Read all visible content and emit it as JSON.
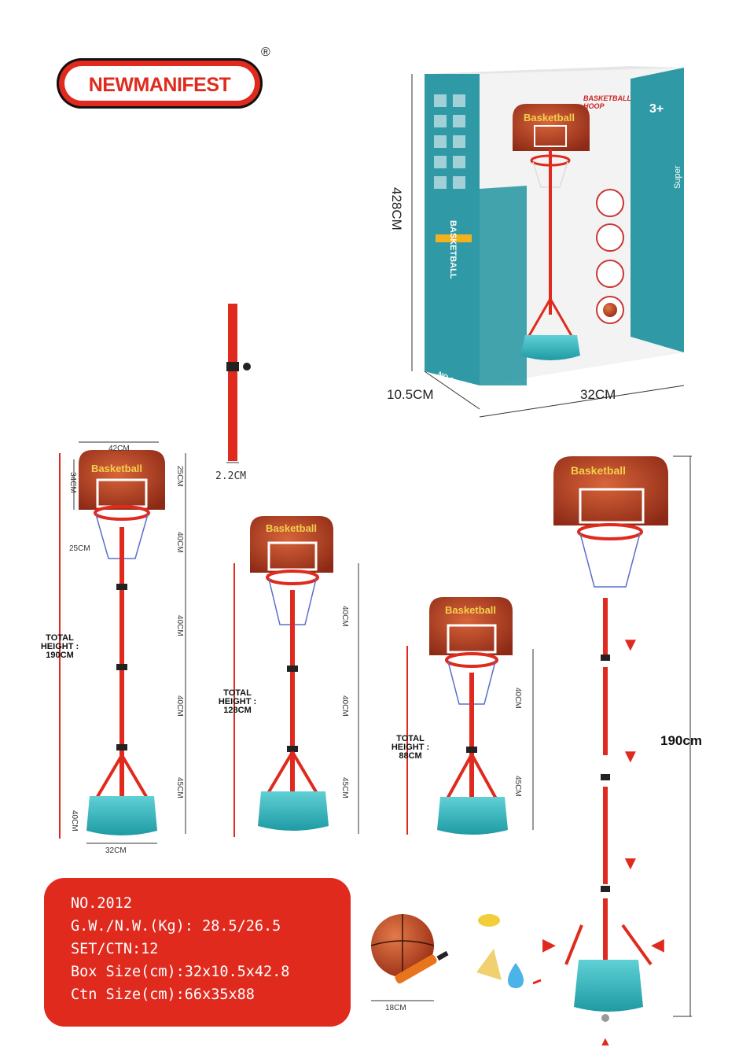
{
  "brand": {
    "name": "NEWMANIFEST",
    "registered": "®"
  },
  "box": {
    "height_label": "428CM",
    "depth_label": "10.5CM",
    "width_label": "32CM",
    "sign_text": "Basketball",
    "hoop_badge": "BASKETBALL HOOP",
    "age_badge": "3+",
    "side_title": "BASKETBALL",
    "front_title": "SPORT",
    "front_subtitle": "Super power",
    "model_tag": "NO.2012"
  },
  "pole_part": {
    "diameter_label": "2.2CM"
  },
  "hoop_190": {
    "width_label": "42CM",
    "board_height_label": "34CM",
    "rim_label": "25CM",
    "segments": [
      "25CM",
      "40CM",
      "40CM",
      "40CM",
      "45CM"
    ],
    "base_height_label": "40CM",
    "base_width_label": "32CM",
    "total": [
      "TOTAL",
      "HEIGHT :",
      "190CM"
    ],
    "sign_text": "Basketball"
  },
  "hoop_128": {
    "segments": [
      "40CM",
      "40CM",
      "45CM"
    ],
    "total": [
      "TOTAL",
      "HEIGHT :",
      "128CM"
    ],
    "sign_text": "Basketball"
  },
  "hoop_88": {
    "segments": [
      "40CM",
      "45CM"
    ],
    "total": [
      "TOTAL",
      "HEIGHT :",
      "88CM"
    ],
    "sign_text": "Basketball"
  },
  "exploded": {
    "height_label": "190cm",
    "sign_text": "Basketball"
  },
  "accessories": {
    "ball_label": "18CM"
  },
  "specs": {
    "lines": [
      "NO.2012",
      "G.W./N.W.(Kg): 28.5/26.5",
      "SET/CTN:12",
      "Box Size(cm):32x10.5x42.8",
      "Ctn Size(cm):66x35x88"
    ]
  },
  "colors": {
    "red": "#e02a1e",
    "teal": "#2fb0b8",
    "board": "#c4492a",
    "box_teal": "#2f9aa5"
  },
  "icons": [
    "registered-mark",
    "down-arrow-icon",
    "right-arrow-icon",
    "left-arrow-icon",
    "up-arrow-icon"
  ]
}
